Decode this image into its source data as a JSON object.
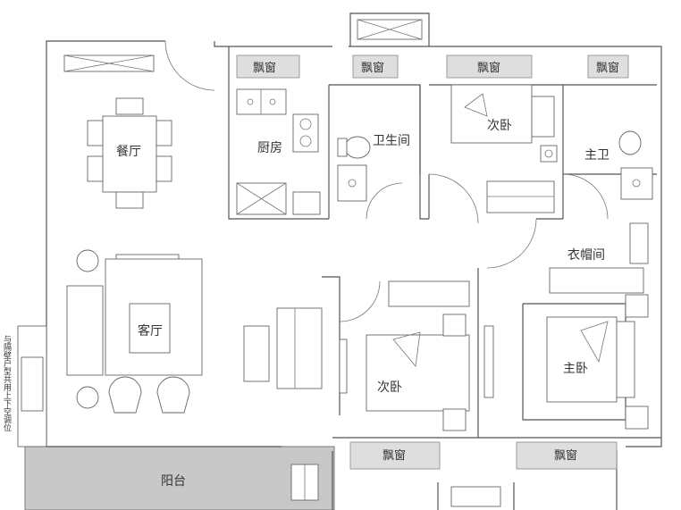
{
  "rooms": {
    "dining": "餐厅",
    "kitchen": "厨房",
    "bathroom": "卫生间",
    "secondary_bedroom_top": "次卧",
    "master_bath": "主卫",
    "cloakroom": "衣帽间",
    "living_room": "客厅",
    "secondary_bedroom_bottom": "次卧",
    "master_bedroom": "主卧",
    "balcony": "阳台"
  },
  "bay_windows": {
    "top_1": "飘窗",
    "top_2": "飘窗",
    "top_3": "飘窗",
    "top_4": "飘窗",
    "bottom_1": "飘窗",
    "bottom_2": "飘窗"
  },
  "side_note": "与隔壁户型共用上下空调位",
  "colors": {
    "wall": "#555555",
    "balcony_fill": "#c8c8c8",
    "bay_window_fill": "#dedede",
    "label": "#333333"
  }
}
